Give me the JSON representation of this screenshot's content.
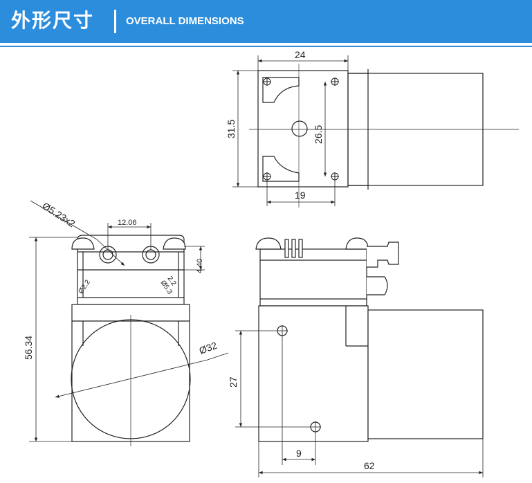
{
  "header": {
    "title_cn": "外形尺寸",
    "title_en": "OVERALL DIMENSIONS",
    "accent_color": "#2c8ddc"
  },
  "dimensions": {
    "top_width": "24",
    "top_height": "31.5",
    "hole_spacing_v": "26.5",
    "hole_spacing_h": "19",
    "hole_dia": "Ø5.23x2",
    "port_spacing": "12.06",
    "port_offset": "4.40",
    "port_dia_left": "Ø2.2",
    "port_dia_right": "Ø5.3",
    "port_inner_right": "2.2",
    "front_height": "56.34",
    "motor_dia": "Ø32",
    "mount_spacing_v": "27",
    "mount_offset_h": "9",
    "overall_length": "62"
  }
}
